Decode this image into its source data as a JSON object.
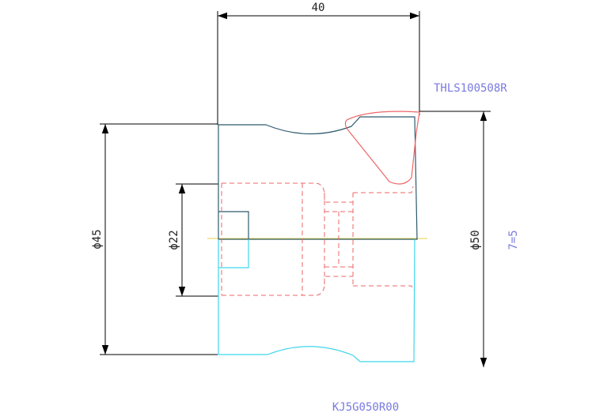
{
  "drawing": {
    "dimensions": {
      "length": "40",
      "dia_outer_left": "ϕ45",
      "dia_inner": "ϕ22",
      "dia_right": "ϕ50",
      "count": "7=5"
    },
    "labels": {
      "tool_code": "THLS100508R",
      "part_code": "KJ5G050R00"
    },
    "colors": {
      "dimension": "#000000",
      "profile_upper": "#2e5a6e",
      "profile_lower": "#3fd6ee",
      "insert": "#ee6666",
      "centerline": "#e8d24a",
      "annotation": "#7a7ae0"
    }
  }
}
